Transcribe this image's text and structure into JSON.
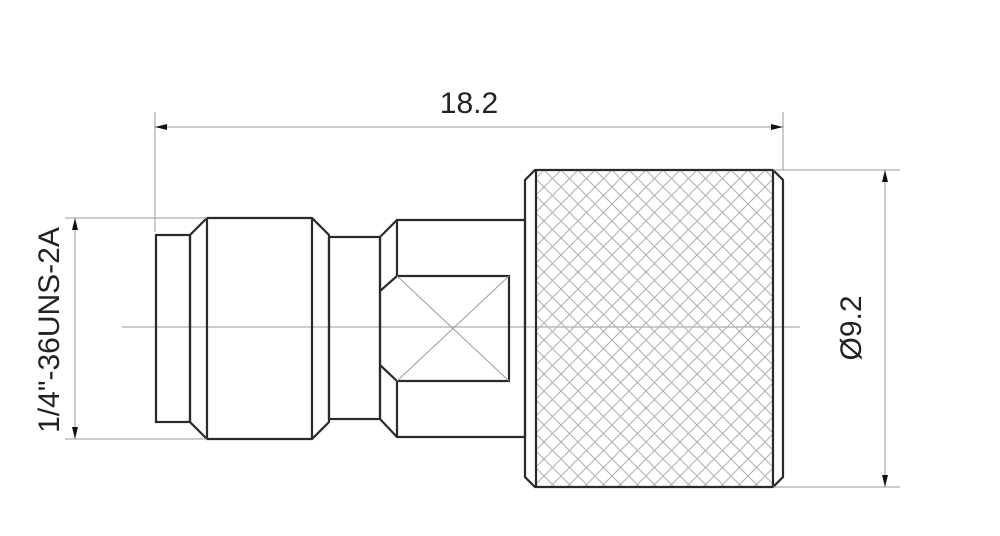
{
  "drawing": {
    "title": "Connector adapter dimension drawing",
    "dimensions": {
      "overall_length": "18.2",
      "knurl_diameter": "Ø9.2",
      "thread_spec": "1/4\"-36UNS-2A"
    },
    "colors": {
      "outline": "#2a2a2a",
      "dimension_lines": "#9a9a9a",
      "knurl_hatch": "#b0b0b0"
    }
  }
}
